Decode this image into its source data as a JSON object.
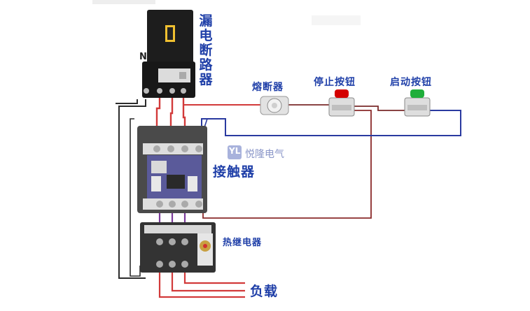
{
  "labels": {
    "breaker": "漏电断路器",
    "neutral": "N",
    "fuse": "熔断器",
    "stop_button": "停止按钮",
    "start_button": "启动按钮",
    "contactor": "接触器",
    "thermal_relay": "热继电器",
    "load": "负载"
  },
  "watermark": {
    "logo": "YL",
    "text": "悦隆电气"
  },
  "colors": {
    "phase_wire": "#d23a3a",
    "neutral_wire": "#2c2c2c",
    "control_wire": "#7a2a2a",
    "coil_wire": "#2a3aa0",
    "label": "#1f3fa8",
    "stop_cap": "#d40000",
    "start_cap": "#1fae3a"
  }
}
